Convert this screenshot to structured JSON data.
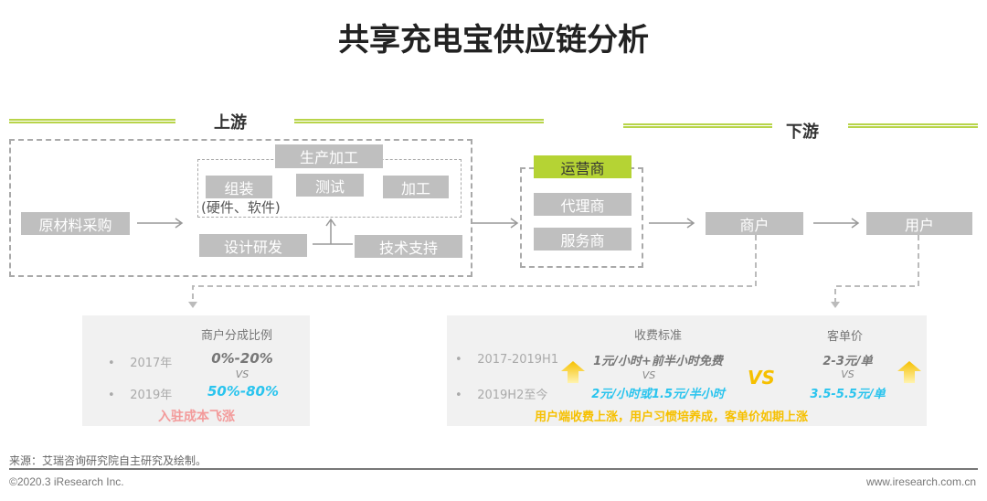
{
  "title": "共享充电宝供应链分析",
  "upstream": {
    "label": "上游",
    "production": "生产加工",
    "assemble": "组装",
    "assemble_note": "(硬件、软件)",
    "test": "测试",
    "process": "加工",
    "raw": "原材料采购",
    "design": "设计研发",
    "tech": "技术支持"
  },
  "midstream": {
    "operator": "运营商",
    "agent": "代理商",
    "service": "服务商"
  },
  "downstream": {
    "label": "下游",
    "merchant": "商户",
    "user": "用户"
  },
  "merchant_panel": {
    "header": "商户分成比例",
    "rows": [
      {
        "year": "2017年",
        "value": "0%-20%"
      },
      {
        "year": "2019年",
        "value": "50%-80%"
      }
    ],
    "vs": "VS",
    "conclusion": "入驻成本飞涨"
  },
  "user_panel": {
    "header_fee": "收费标准",
    "header_price": "客单价",
    "rows": [
      {
        "period": "2017-2019H1",
        "fee": "1元/小时+前半小时免费",
        "price": "2-3元/单"
      },
      {
        "period": "2019H2至今",
        "fee": "2元/小时或1.5元/半小时",
        "price": "3.5-5.5元/单"
      }
    ],
    "vs_small": "VS",
    "vs_big": "VS",
    "conclusion": "用户端收费上涨，用户习惯培养成，客单价如期上涨"
  },
  "footer": {
    "source": "来源：艾瑞咨询研究院自主研究及绘制。",
    "copyright": "©2020.3 iResearch Inc.",
    "website": "www.iresearch.com.cn"
  },
  "colors": {
    "accent_green": "#b5d334",
    "blue": "#2ac4ee",
    "orange": "#f6c000",
    "red": "#f39a9a"
  }
}
